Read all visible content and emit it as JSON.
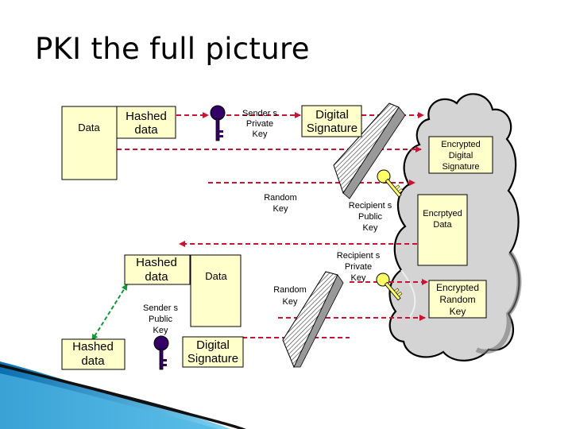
{
  "slide": {
    "title": "PKI the full picture"
  },
  "diagram": {
    "data_box_top": "Data",
    "hashed_data_top": [
      "Hashed",
      "data"
    ],
    "senders_private_key": [
      "Sender s",
      "Private",
      "Key"
    ],
    "digital_signature_top": [
      "Digital",
      "Signature"
    ],
    "encrypted_digital_signature": [
      "Encrypted",
      "Digital",
      "Signature"
    ],
    "random_key_top": [
      "Random",
      "Key"
    ],
    "recipients_public_key": [
      "Recipient s",
      "Public",
      "Key"
    ],
    "encrypted_data": [
      "Encrptyed",
      "Data"
    ],
    "hashed_data_middle": [
      "Hashed",
      "data"
    ],
    "data_box_bottom": "Data",
    "recipients_private_key": [
      "Recipient s",
      "Private",
      "Key"
    ],
    "random_key_bottom": [
      "Random",
      "Key"
    ],
    "encrypted_random_key": [
      "Encrypted",
      "Random",
      "Key"
    ],
    "senders_public_key": [
      "Sender s",
      "Public",
      "Key"
    ],
    "hashed_data_bottom": [
      "Hashed",
      "data"
    ],
    "digital_signature_bottom": [
      "Digital",
      "Signature"
    ]
  },
  "colors": {
    "box_fill": "#ffffcc",
    "arrow_red": "#cc1133",
    "arrow_green": "#119933",
    "cloud_fill": "#d4d4d4",
    "key_purple": "#330066",
    "key_yellow": "#ffff66",
    "accent_blue": "#1aa0d8"
  }
}
